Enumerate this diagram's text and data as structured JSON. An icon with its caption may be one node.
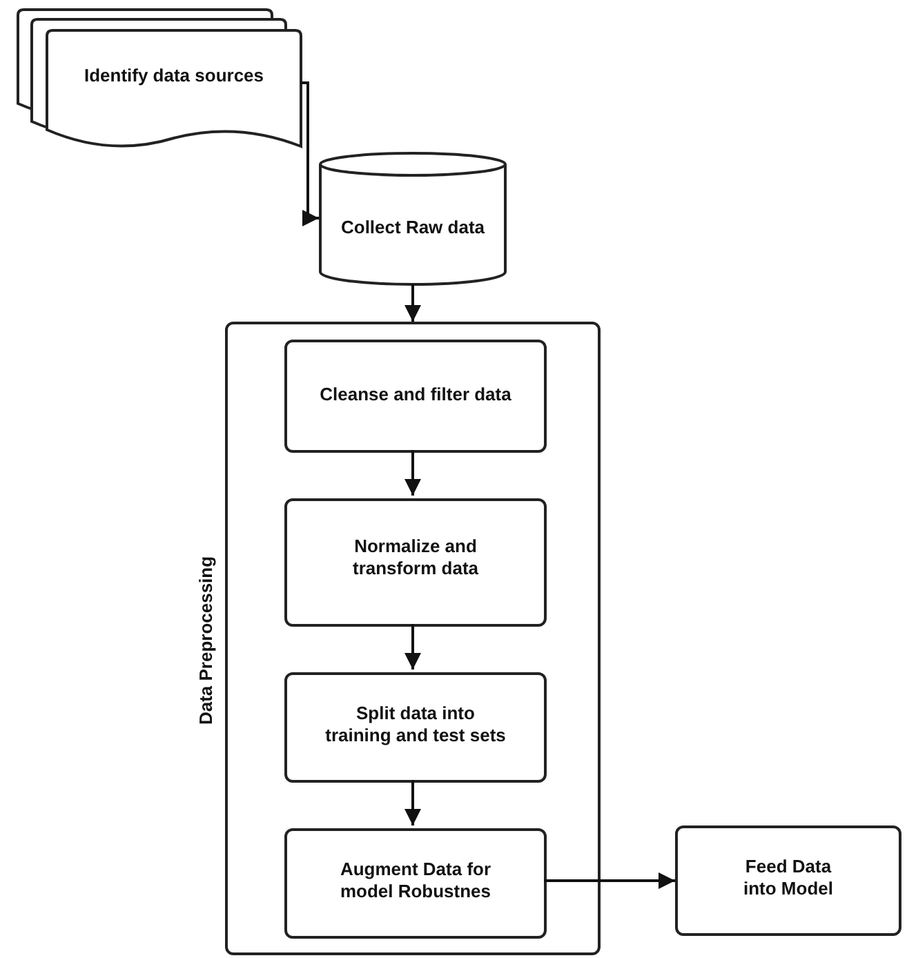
{
  "diagram": {
    "nodes": [
      {
        "text": [
          "Identify data sources"
        ]
      },
      {
        "text": [
          "Collect Raw data"
        ]
      },
      {
        "text": [
          "Data Preprocessing"
        ]
      },
      {
        "text": [
          "Cleanse and filter data"
        ],
        "in": 2
      },
      {
        "text": [
          "Normalize and transform data"
        ],
        "in": 2
      },
      {
        "text": [
          "Split data into training and test sets"
        ],
        "in": 2
      },
      {
        "text": [
          "Augment Data for model Robustnes"
        ],
        "in": 2
      },
      {
        "text": [
          "Feed Data into Model"
        ]
      }
    ],
    "edges": [
      {
        "from": 0,
        "to": 1,
        "arrow": "to"
      },
      {
        "from": 1,
        "to": 2,
        "arrow": "to"
      },
      {
        "from": 3,
        "to": 4,
        "arrow": "to"
      },
      {
        "from": 4,
        "to": 5,
        "arrow": "to"
      },
      {
        "from": 5,
        "to": 6,
        "arrow": "to"
      },
      {
        "from": 6,
        "to": 7,
        "arrow": "to"
      }
    ]
  }
}
